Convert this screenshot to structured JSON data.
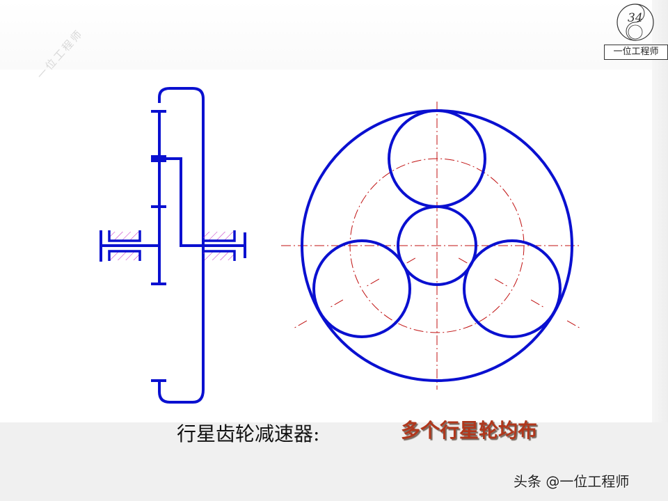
{
  "watermark": {
    "diagonal_text": "一位工程师",
    "logo_text": "一位工程师",
    "logo_mark": "34"
  },
  "diagram": {
    "colors": {
      "line": "#0a10d0",
      "centerline": "#c01010",
      "hatch": "#c020c0",
      "caption_red": "#b0371c"
    },
    "side_view": "planetary gear reducer schematic (side view)",
    "front_view": {
      "description": "ring gear with sun gear and three evenly distributed planet gears",
      "planet_count": 3
    }
  },
  "caption": {
    "title": "行星齿轮减速器:",
    "highlight": "多个行星轮均布"
  },
  "footer": {
    "attribution": "头条 @一位工程师"
  }
}
